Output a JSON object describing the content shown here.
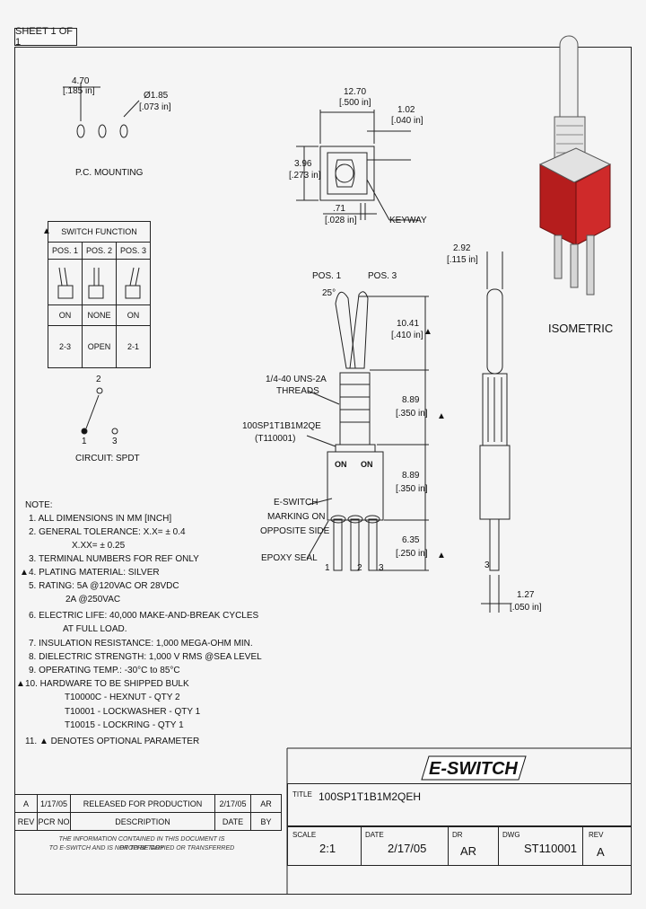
{
  "sheet": "SHEET 1 OF 1",
  "pc_mounting": {
    "label": "P.C. MOUNTING",
    "dim_spacing": "4.70",
    "dim_spacing_in": "[.185 in]",
    "dim_hole": "Ø1.85",
    "dim_hole_in": "[.073 in]"
  },
  "switch_function": {
    "title": "SWITCH FUNCTION",
    "headers": [
      "POS. 1",
      "POS. 2",
      "POS. 3"
    ],
    "states": [
      "ON",
      "NONE",
      "ON"
    ],
    "circuits": [
      "2-3",
      "OPEN",
      "2-1"
    ]
  },
  "circuit": {
    "label": "CIRCUIT: SPDT",
    "pin_top": "2",
    "pin_left": "1",
    "pin_right": "3"
  },
  "notes": {
    "heading": "NOTE:",
    "lines": [
      "1. ALL DIMENSIONS IN MM [INCH]",
      "2. GENERAL TOLERANCE:  X.X= ± 0.4",
      "X.XX= ± 0.25",
      "3. TERMINAL NUMBERS FOR REF ONLY",
      "4. PLATING MATERIAL: SILVER",
      "5. RATING: 5A @120VAC OR 28VDC",
      "2A @250VAC",
      "6. ELECTRIC LIFE: 40,000 MAKE-AND-BREAK CYCLES",
      "AT FULL LOAD.",
      "7. INSULATION RESISTANCE: 1,000 MEGA-OHM MIN.",
      "8. DIELECTRIC STRENGTH: 1,000 V RMS @SEA LEVEL",
      "9. OPERATING TEMP.: -30°C to 85°C",
      "10. HARDWARE TO BE SHIPPED BULK",
      "T10000C - HEXNUT - QTY 2",
      "T10001 - LOCKWASHER - QTY 1",
      "T10015 - LOCKRING - QTY 1",
      "11. ▲ DENOTES OPTIONAL PARAMETER"
    ]
  },
  "top_view": {
    "dim_width": "12.70",
    "dim_width_in": "[.500 in]",
    "dim_gap": "1.02",
    "dim_gap_in": "[.040 in]",
    "dim_height": "3.96",
    "dim_height_in": "[.273 in]",
    "dim_keyway": ".71",
    "dim_keyway_in": "[.028 in]",
    "keyway_label": "KEYWAY"
  },
  "front_view": {
    "pos1": "POS. 1",
    "pos3": "POS. 3",
    "angle": "25°",
    "thread": "1/4-40 UNS-2A",
    "thread2": "THREADS",
    "part_code": "100SP1T1B1M2QE",
    "part_code2": "(T110001)",
    "on_left": "ON",
    "on_right": "ON",
    "mark1": "E-SWITCH",
    "mark2": "MARKING ON",
    "mark3": "OPPOSITE SIDE",
    "epoxy": "EPOXY SEAL",
    "pin1": "1",
    "pin2": "2",
    "pin3": "3",
    "dim_lever": "10.41",
    "dim_lever_in": "[.410 in]",
    "dim_bush": "8.89",
    "dim_bush_in": "[.350 in]",
    "dim_body": "8.89",
    "dim_body_in": "[.350 in]",
    "dim_term": "6.35",
    "dim_term_in": "[.250 in]"
  },
  "side_view": {
    "dim_dia": "2.92",
    "dim_dia_in": "[.115 in]",
    "pin": "3",
    "dim_term": "1.27",
    "dim_term_in": "[.050 in]"
  },
  "isometric": "ISOMETRIC",
  "title_block": {
    "logo": "E-SWITCH",
    "title_label": "TITLE",
    "title": "100SP1T1B1M2QEH",
    "scale_label": "SCALE",
    "scale": "2:1",
    "date_label": "DATE",
    "date": "2/17/05",
    "dr_label": "DR",
    "dr": "AR",
    "dwg_label": "DWG",
    "dwg": "ST110001",
    "rev_label": "REV",
    "rev": "A"
  },
  "revisions": {
    "row": [
      "A",
      "1/17/05",
      "RELEASED FOR PRODUCTION",
      "2/17/05",
      "AR"
    ],
    "headers": [
      "REV",
      "PCR NO",
      "DESCRIPTION",
      "DATE",
      "BY"
    ]
  },
  "proprietary": [
    "THE INFORMATION CONTAINED IN THIS DOCUMENT IS PROPRIETARY",
    "TO E-SWITCH AND IS NOT TO BE COPIED OR TRANSFERRED"
  ],
  "colors": {
    "ink": "#111111",
    "housing": "#b51d1d",
    "paper": "#f5f5f5"
  }
}
